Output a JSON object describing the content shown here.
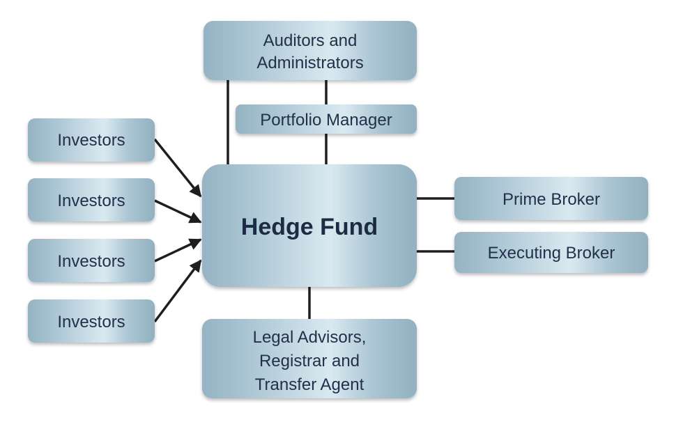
{
  "diagram": {
    "center": "Hedge Fund",
    "auditors": [
      "Auditors and",
      "Administrators"
    ],
    "portfolio_manager": "Portfolio Manager",
    "investors": [
      "Investors",
      "Investors",
      "Investors",
      "Investors"
    ],
    "prime_broker": "Prime Broker",
    "executing_broker": "Executing Broker",
    "legal": [
      "Legal Advisors,",
      "Registrar and",
      "Transfer Agent"
    ]
  },
  "colors": {
    "box_edge": "#9bb8c7",
    "box_center": "#d8e8ef",
    "text": "#22304a"
  }
}
